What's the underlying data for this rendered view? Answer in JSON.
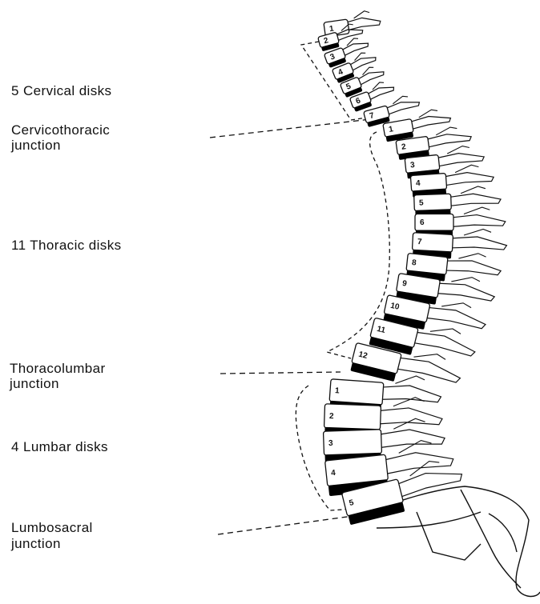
{
  "labels": {
    "cervical_disks": "5 Cervical disks",
    "cervicothoracic_1": "Cervicothoracic",
    "cervicothoracic_2": "junction",
    "thoracic_disks": "11 Thoracic disks",
    "thoracolumbar_1": "Thoracolumbar",
    "thoracolumbar_2": "junction",
    "lumbar_disks": "4 Lumbar disks",
    "lumbosacral_1": "Lumbosacral",
    "lumbosacral_2": "junction"
  },
  "vertebrae": {
    "cervical": [
      "1",
      "2",
      "3",
      "4",
      "5",
      "6",
      "7"
    ],
    "thoracic": [
      "1",
      "2",
      "3",
      "4",
      "5",
      "6",
      "7",
      "8",
      "9",
      "10",
      "11",
      "12"
    ],
    "lumbar": [
      "1",
      "2",
      "3",
      "4",
      "5"
    ]
  },
  "colors": {
    "ink": "#111111",
    "disk": "#000000",
    "background": "#ffffff"
  }
}
